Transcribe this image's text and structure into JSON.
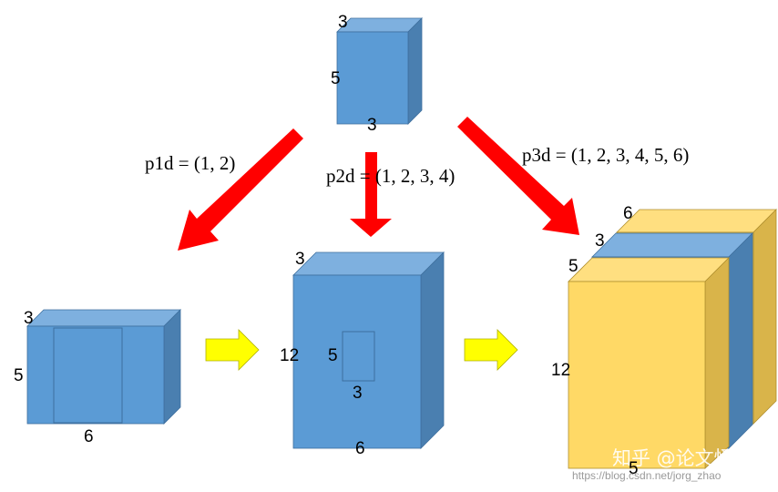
{
  "colors": {
    "blue_front": "#5b9bd5",
    "blue_top": "#7eb0df",
    "blue_side": "#4a7fb0",
    "yellow_front": "#ffd966",
    "yellow_top": "#ffdf80",
    "yellow_side": "#d9b44a",
    "arrow_red": "#ff0000",
    "arrow_yellow": "#ffff00"
  },
  "formulas": {
    "p1d": "p1d = (1, 2)",
    "p2d": "p2d = (1, 2, 3, 4)",
    "p3d": "p3d = (1, 2, 3, 4, 5, 6)"
  },
  "input_block": {
    "depth": "3",
    "height": "5",
    "width": "3"
  },
  "p1d_block": {
    "depth": "3",
    "height": "5",
    "width": "6"
  },
  "p2d_block": {
    "depth": "3",
    "height": "12",
    "width": "6",
    "inner_height": "5",
    "inner_width": "3"
  },
  "p3d_block": {
    "depth_outer": "6",
    "depth_middle": "3",
    "depth_front": "5",
    "height": "12",
    "width": "5"
  },
  "watermark": {
    "text": "知乎 @论文怪",
    "url": "https://blog.csdn.net/jorg_zhao"
  }
}
